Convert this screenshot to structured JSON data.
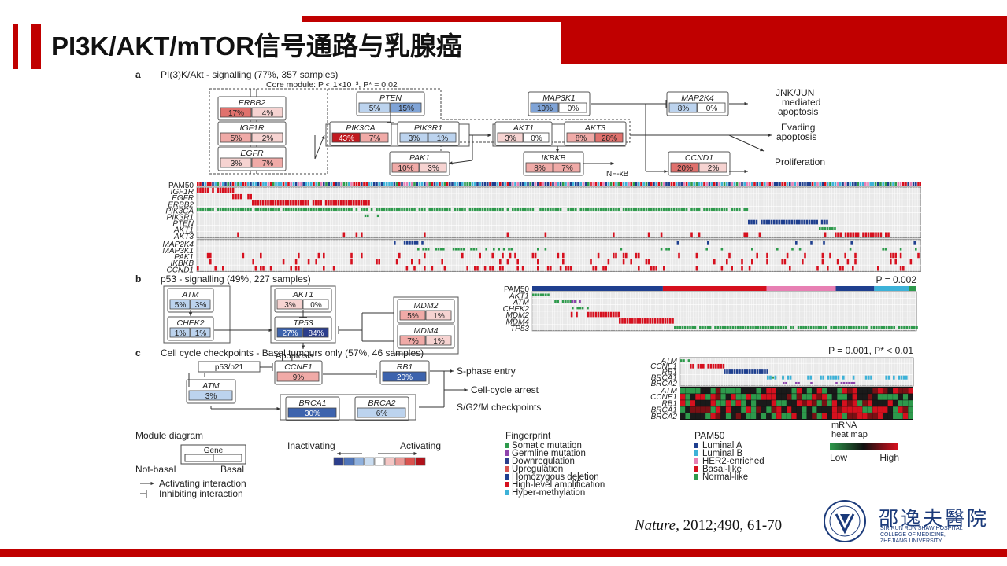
{
  "slide": {
    "title": "PI3K/AKT/mTOR信号通路与乳腺癌",
    "citation_journal": "Nature,",
    "citation_rest": " 2012;490, 61-70",
    "logo_cn": "邵逸夫醫院",
    "logo_en": [
      "SIR RUN RUN SHAW HOSPITAL",
      "COLLEGE OF MEDICINE,",
      "ZHEJIANG UNIVERSITY"
    ]
  },
  "panel_a": {
    "letter": "a",
    "title": "PI(3)K/Akt - signalling (77%, 357 samples)",
    "core": "Core module: P < 1×10⁻³, P* = 0.02",
    "genes": [
      {
        "name": "ERBB2",
        "vals": [
          "17%",
          "4%"
        ]
      },
      {
        "name": "IGF1R",
        "vals": [
          "5%",
          "2%"
        ]
      },
      {
        "name": "EGFR",
        "vals": [
          "3%",
          "7%"
        ]
      },
      {
        "name": "PTEN",
        "vals": [
          "5%",
          "15%"
        ]
      },
      {
        "name": "PIK3CA",
        "vals": [
          "43%",
          "7%"
        ]
      },
      {
        "name": "PIK3R1",
        "vals": [
          "3%",
          "1%"
        ]
      },
      {
        "name": "AKT1",
        "vals": [
          "3%",
          "0%"
        ]
      },
      {
        "name": "AKT3",
        "vals": [
          "8%",
          "28%"
        ]
      },
      {
        "name": "PAK1",
        "vals": [
          "10%",
          "3%"
        ]
      },
      {
        "name": "IKBKB",
        "vals": [
          "8%",
          "7%"
        ]
      },
      {
        "name": "MAP3K1",
        "vals": [
          "10%",
          "0%"
        ]
      },
      {
        "name": "MAP2K4",
        "vals": [
          "8%",
          "0%"
        ]
      },
      {
        "name": "CCND1",
        "vals": [
          "20%",
          "2%"
        ]
      }
    ],
    "nfkb": "NF-κB",
    "outcomes": [
      "JNK/JUN",
      "mediated",
      "apoptosis",
      "Evading",
      "apoptosis",
      "Proliferation"
    ],
    "rows": [
      "PAM50",
      "IGF1R",
      "EGFR",
      "ERBB2",
      "PIK3CA",
      "PIK3R1",
      "PTEN",
      "AKT1",
      "AKT3",
      "MAP2K4",
      "MAP3K1",
      "PAK1",
      "IKBKB",
      "CCND1"
    ]
  },
  "panel_b": {
    "letter": "b",
    "title": "p53 - signalling (49%, 227 samples)",
    "pvalue": "P = 0.002",
    "genes": [
      {
        "name": "ATM",
        "vals": [
          "5%",
          "3%"
        ]
      },
      {
        "name": "AKT1",
        "vals": [
          "3%",
          "0%"
        ]
      },
      {
        "name": "MDM2",
        "vals": [
          "5%",
          "1%"
        ]
      },
      {
        "name": "CHEK2",
        "vals": [
          "1%",
          "1%"
        ]
      },
      {
        "name": "TP53",
        "vals": [
          "27%",
          "84%"
        ]
      },
      {
        "name": "MDM4",
        "vals": [
          "7%",
          "1%"
        ]
      }
    ],
    "apoptosis": "Apoptosis",
    "rows": [
      "PAM50",
      "AKT1",
      "ATM",
      "CHEK2",
      "MDM2",
      "MDM4",
      "TP53"
    ]
  },
  "panel_c": {
    "letter": "c",
    "title": "Cell cycle checkpoints - Basal tumours only (57%, 46 samples)",
    "pvalue": "P = 0.001, P* < 0.01",
    "p53box": "p53/p21",
    "genes": [
      {
        "name": "CCNE1",
        "vals": [
          "9%"
        ]
      },
      {
        "name": "RB1",
        "vals": [
          "20%"
        ]
      },
      {
        "name": "ATM",
        "vals": [
          "3%"
        ]
      },
      {
        "name": "BRCA1",
        "vals": [
          "30%"
        ]
      },
      {
        "name": "BRCA2",
        "vals": [
          "6%"
        ]
      }
    ],
    "outcomes": [
      "S-phase entry",
      "Cell-cycle arrest",
      "S/G2/M checkpoints"
    ],
    "rows": [
      "ATM",
      "CCNE1",
      "RB1",
      "BRCA1",
      "BRCA2"
    ],
    "mrna_rows": [
      "ATM",
      "CCNE1",
      "RB1",
      "BRCA1",
      "BRCA2"
    ]
  },
  "legend": {
    "module_title": "Module diagram",
    "gene": "Gene",
    "not_basal": "Not-basal",
    "basal": "Basal",
    "inactivating": "Inactivating",
    "activating": "Activating",
    "activating_interaction": "Activating interaction",
    "inhibiting_interaction": "Inhibiting interaction",
    "scale_colors": [
      "#2c3e8c",
      "#4f74b8",
      "#8fb0dc",
      "#c9dcf0",
      "#ffffff",
      "#f4c6c4",
      "#e99a97",
      "#d9534f",
      "#b0121a"
    ],
    "fingerprint_title": "Fingerprint",
    "fingerprint": [
      {
        "label": "Somatic mutation",
        "color": "#2e9a4c"
      },
      {
        "label": "Germline mutation",
        "color": "#8e44ad"
      },
      {
        "label": "Downregulation",
        "color": "#2c3e8c"
      },
      {
        "label": "Upregulation",
        "color": "#d9534f"
      },
      {
        "label": "Homozygous deletion",
        "color": "#1f3f8f"
      },
      {
        "label": "High-level amplification",
        "color": "#d6101e"
      },
      {
        "label": "Hyper-methylation",
        "color": "#3db2d8"
      }
    ],
    "pam50_title": "PAM50",
    "pam50": [
      {
        "label": "Luminal A",
        "color": "#1f3f8f"
      },
      {
        "label": "Luminal B",
        "color": "#3db2d8"
      },
      {
        "label": "HER2-enriched",
        "color": "#e77fb3"
      },
      {
        "label": "Basal-like",
        "color": "#d6101e"
      },
      {
        "label": "Normal-like",
        "color": "#2e9a4c"
      }
    ],
    "mrna_title": [
      "mRNA",
      "heat map"
    ],
    "low": "Low",
    "high": "High"
  }
}
